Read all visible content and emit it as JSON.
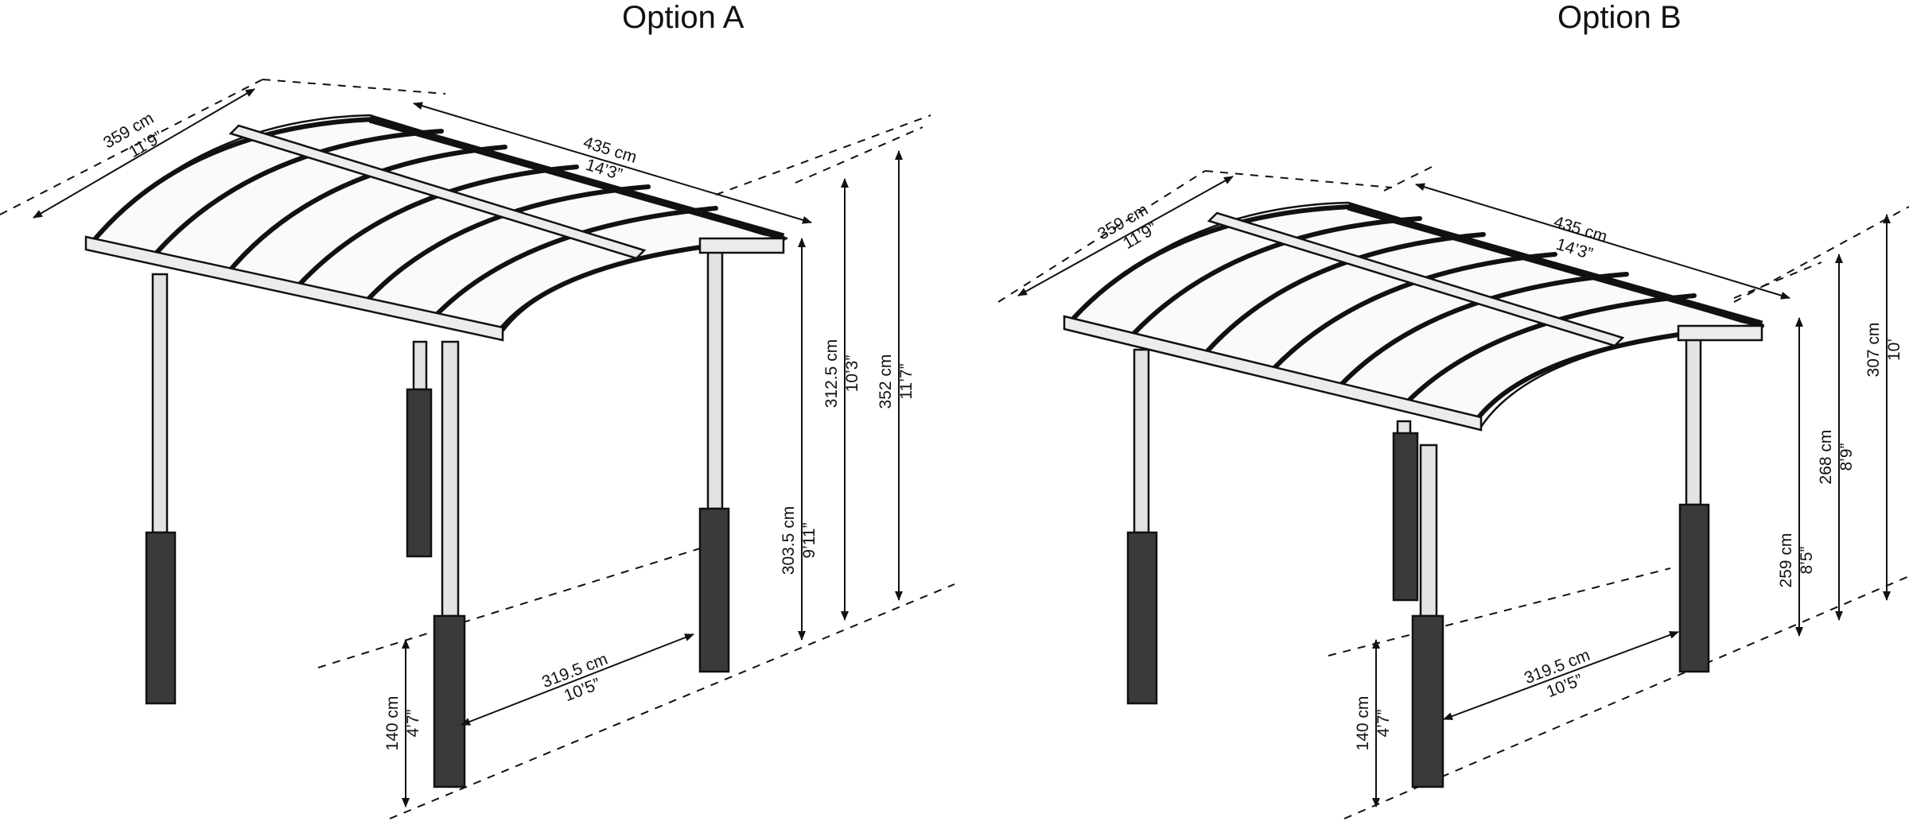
{
  "options": [
    {
      "title": "Option A",
      "width_cm": "359 cm",
      "width_ft": "11’9”",
      "length_cm": "435 cm",
      "length_ft": "14’3”",
      "total_h_cm": "352 cm",
      "total_h_ft": "11’7”",
      "ridge_h_cm": "312.5 cm",
      "ridge_h_ft": "10’3”",
      "eave_h_cm": "303.5 cm",
      "eave_h_ft": "9’11”",
      "base_h_cm": "140 cm",
      "base_h_ft": "4’7”",
      "post_span_cm": "319.5 cm",
      "post_span_ft": "10’5”"
    },
    {
      "title": "Option B",
      "width_cm": "359 cm",
      "width_ft": "11’9”",
      "length_cm": "435 cm",
      "length_ft": "14’3”",
      "total_h_cm": "307 cm",
      "total_h_ft": "10’",
      "ridge_h_cm": "268 cm",
      "ridge_h_ft": "8’9”",
      "eave_h_cm": "259 cm",
      "eave_h_ft": "8’5”",
      "base_h_cm": "140 cm",
      "base_h_ft": "4’7”",
      "post_span_cm": "319.5 cm",
      "post_span_ft": "10’5”"
    }
  ]
}
